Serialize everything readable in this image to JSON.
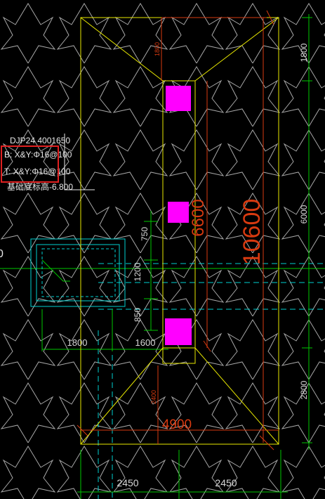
{
  "colors": {
    "background": "#000000",
    "pattern": "#a8a8a8",
    "foundation_outline": "#e8e800",
    "column": "#ff00ff",
    "dimension_green": "#00c800",
    "dimension_red": "#d83a10",
    "axis_cyan": "#00d0d0",
    "highlight_box": "#e02020",
    "text": "#e8e8e8"
  },
  "annotation": {
    "line1": "DJP24 4001650",
    "line2": "B: X&Y:Φ16@100",
    "line3": "T: X&Y:Φ16@100",
    "line4": "基础底标高-6.800"
  },
  "dimensions_right": [
    "1800",
    "6000",
    "2800"
  ],
  "dimensions_bottom": [
    "2450",
    "2450"
  ],
  "dimensions_lower_left": [
    "1800",
    "1600"
  ],
  "dimensions_vertical_left": [
    "750",
    "1200",
    "850"
  ],
  "dimensions_red": {
    "top_small": "1800",
    "diag_small": "2400",
    "length_inner": "6600",
    "length_outer": "10600",
    "width": "4900"
  },
  "left_edge_label": "0",
  "icons": [
    "column-marker",
    "isolated-footing-outline"
  ]
}
